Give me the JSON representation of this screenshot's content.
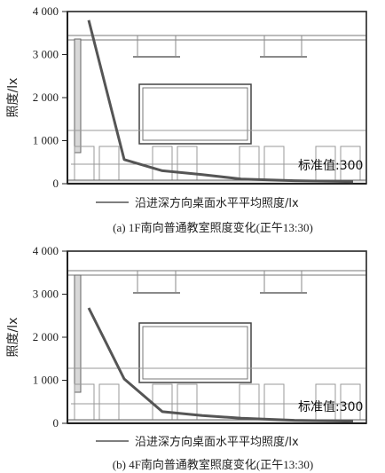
{
  "chart_data": [
    {
      "type": "line",
      "ylabel": "照度/lx",
      "ylim": [
        0,
        4000
      ],
      "yticks": [
        0,
        1000,
        2000,
        3000,
        4000
      ],
      "ytick_labels": [
        "0",
        "1 000",
        "2 000",
        "3 000",
        "4 000"
      ],
      "series": [
        {
          "name": "沿进深方向桌面水平平均照度/lx",
          "x": [
            0,
            1,
            2,
            3,
            4,
            5,
            6
          ],
          "y": [
            3800,
            560,
            300,
            210,
            110,
            70,
            50
          ]
        }
      ],
      "standard_label": "标准值:300",
      "standard_value": 300,
      "legend": "沿进深方向桌面水平平均照度/lx",
      "caption": "(a) 1F南向普通教室照度变化(正午13:30)"
    },
    {
      "type": "line",
      "ylabel": "照度/lx",
      "ylim": [
        0,
        4000
      ],
      "yticks": [
        0,
        1000,
        2000,
        3000,
        4000
      ],
      "ytick_labels": [
        "0",
        "1 000",
        "2 000",
        "3 000",
        "4 000"
      ],
      "series": [
        {
          "name": "沿进深方向桌面水平平均照度/lx",
          "x": [
            0,
            1,
            2,
            3,
            4,
            5,
            6
          ],
          "y": [
            2680,
            1030,
            270,
            180,
            120,
            70,
            50
          ]
        }
      ],
      "standard_label": "标准值:300",
      "standard_value": 300,
      "legend": "沿进深方向桌面水平平均照度/lx",
      "caption": "(b) 4F南向普通教室照度变化(正午13:30)"
    }
  ]
}
